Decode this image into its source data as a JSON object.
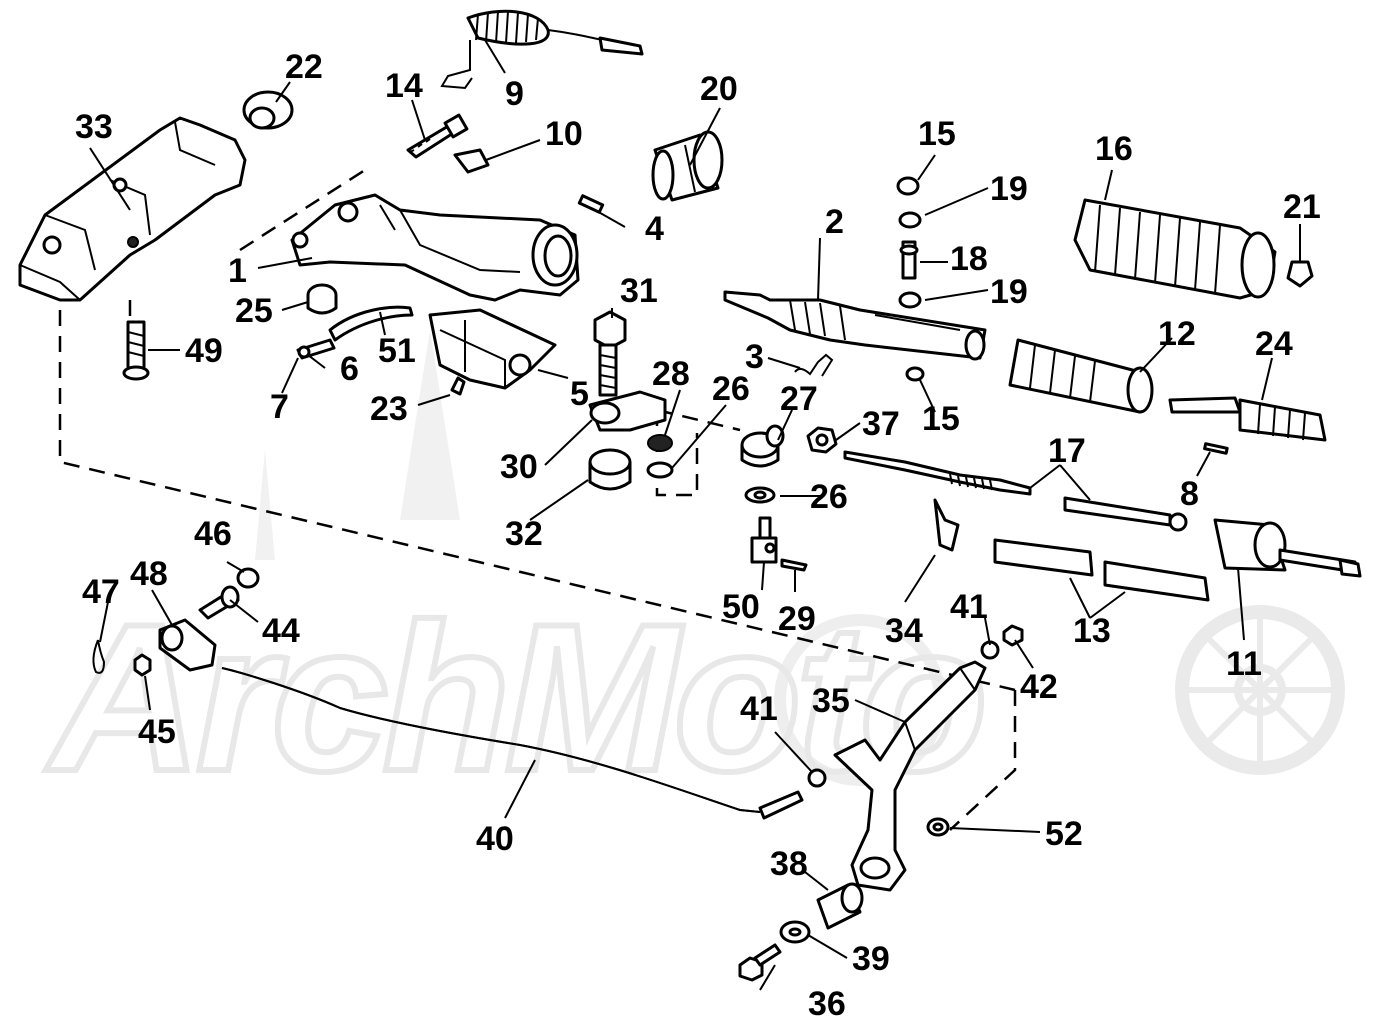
{
  "watermark": {
    "text": "ArchMoto"
  },
  "callouts": [
    {
      "id": "1",
      "text": "1"
    },
    {
      "id": "2",
      "text": "2"
    },
    {
      "id": "3",
      "text": "3"
    },
    {
      "id": "4",
      "text": "4"
    },
    {
      "id": "5",
      "text": "5"
    },
    {
      "id": "6",
      "text": "6"
    },
    {
      "id": "7",
      "text": "7"
    },
    {
      "id": "8",
      "text": "8"
    },
    {
      "id": "9",
      "text": "9"
    },
    {
      "id": "10",
      "text": "10"
    },
    {
      "id": "11",
      "text": "11"
    },
    {
      "id": "12",
      "text": "12"
    },
    {
      "id": "13",
      "text": "13"
    },
    {
      "id": "14",
      "text": "14"
    },
    {
      "id": "15a",
      "text": "15"
    },
    {
      "id": "15b",
      "text": "15"
    },
    {
      "id": "16",
      "text": "16"
    },
    {
      "id": "17",
      "text": "17"
    },
    {
      "id": "18",
      "text": "18"
    },
    {
      "id": "19a",
      "text": "19"
    },
    {
      "id": "19b",
      "text": "19"
    },
    {
      "id": "20",
      "text": "20"
    },
    {
      "id": "21",
      "text": "21"
    },
    {
      "id": "22",
      "text": "22"
    },
    {
      "id": "23",
      "text": "23"
    },
    {
      "id": "24",
      "text": "24"
    },
    {
      "id": "25",
      "text": "25"
    },
    {
      "id": "26a",
      "text": "26"
    },
    {
      "id": "26b",
      "text": "26"
    },
    {
      "id": "27",
      "text": "27"
    },
    {
      "id": "28",
      "text": "28"
    },
    {
      "id": "29",
      "text": "29"
    },
    {
      "id": "30",
      "text": "30"
    },
    {
      "id": "31",
      "text": "31"
    },
    {
      "id": "32",
      "text": "32"
    },
    {
      "id": "33",
      "text": "33"
    },
    {
      "id": "34",
      "text": "34"
    },
    {
      "id": "35",
      "text": "35"
    },
    {
      "id": "36",
      "text": "36"
    },
    {
      "id": "37",
      "text": "37"
    },
    {
      "id": "38",
      "text": "38"
    },
    {
      "id": "39",
      "text": "39"
    },
    {
      "id": "40",
      "text": "40"
    },
    {
      "id": "41a",
      "text": "41"
    },
    {
      "id": "41b",
      "text": "41"
    },
    {
      "id": "42",
      "text": "42"
    },
    {
      "id": "44",
      "text": "44"
    },
    {
      "id": "45",
      "text": "45"
    },
    {
      "id": "46",
      "text": "46"
    },
    {
      "id": "47",
      "text": "47"
    },
    {
      "id": "48",
      "text": "48"
    },
    {
      "id": "49",
      "text": "49"
    },
    {
      "id": "50",
      "text": "50"
    },
    {
      "id": "51",
      "text": "51"
    },
    {
      "id": "52",
      "text": "52"
    }
  ]
}
